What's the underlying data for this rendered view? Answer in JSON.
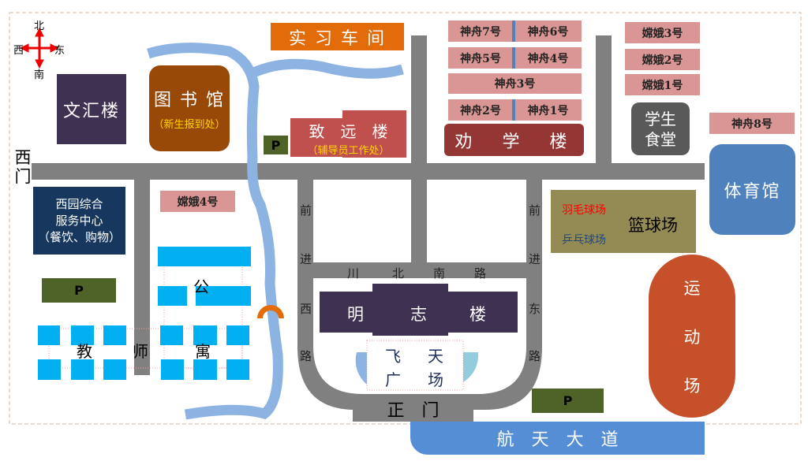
{
  "compass": {
    "north": "北",
    "south": "南",
    "west": "西",
    "east": "东"
  },
  "buildings": {
    "workshop": "实 习 车 间",
    "wenhui": "文汇楼",
    "library": "图 书 馆",
    "library_note": "（新生报到处）",
    "zhiyuan": "致　远　楼",
    "zhiyuan_note": "（辅导员工作处）",
    "quanxue": "劝　学　楼",
    "shenzhou": [
      "神舟7号",
      "神舟6号",
      "神舟5号",
      "神舟4号",
      "神舟3号",
      "神舟2号",
      "神舟1号",
      "神舟8号"
    ],
    "change": [
      "嫦娥3号",
      "嫦娥2号",
      "嫦娥1号",
      "嫦娥4号"
    ],
    "canteen": [
      "学生",
      "食堂"
    ],
    "gym": "体育馆",
    "service": [
      "西园综合",
      "服务中心",
      "（餐饮、购物）"
    ],
    "mingzhi": [
      "明",
      "志",
      "楼"
    ],
    "plaza": [
      "飞",
      "天",
      "广",
      "场"
    ],
    "teacher_apt": [
      "公",
      "教",
      "师",
      "寓"
    ],
    "courts": {
      "badminton": "羽毛球场",
      "pingpong": "乒乓球场",
      "basketball": "篮球场"
    },
    "stadium": [
      "运",
      "动",
      "场"
    ]
  },
  "parking": "P",
  "gates": {
    "west": [
      "西",
      "门"
    ],
    "main": "正　门"
  },
  "roads": {
    "west": [
      "前",
      "进",
      "西",
      "路"
    ],
    "east": [
      "前",
      "进",
      "东",
      "路"
    ],
    "chuanbei": [
      "川",
      "北",
      "南",
      "路"
    ],
    "avenue": "航　天　大　道"
  },
  "colors": {
    "road": "#808080",
    "river": "#8DB3E2",
    "parking": "#4F6228"
  }
}
